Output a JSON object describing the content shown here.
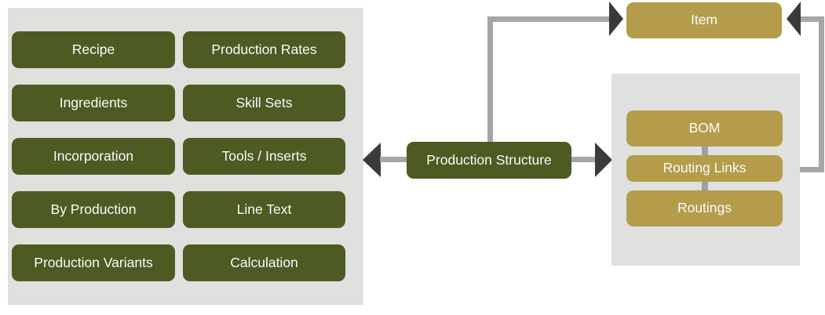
{
  "colors": {
    "olive": "#4d5a22",
    "gold": "#b49c4b",
    "panel": "#e0e0de",
    "line": "#a6a6a6",
    "connector": "#9f9f9f",
    "arrow": "#3a3a3a",
    "text": "#fbfbfb",
    "background": "#ffffff"
  },
  "left_panel": {
    "buttons": [
      "Recipe",
      "Production Rates",
      "Ingredients",
      "Skill Sets",
      "Incorporation",
      "Tools / Inserts",
      "By Production",
      "Line Text",
      "Production Variants",
      "Calculation"
    ]
  },
  "center": {
    "label": "Production Structure"
  },
  "item_box": {
    "label": "Item"
  },
  "right_panel": {
    "boxes": [
      "BOM",
      "Routing Links",
      "Routings"
    ]
  }
}
